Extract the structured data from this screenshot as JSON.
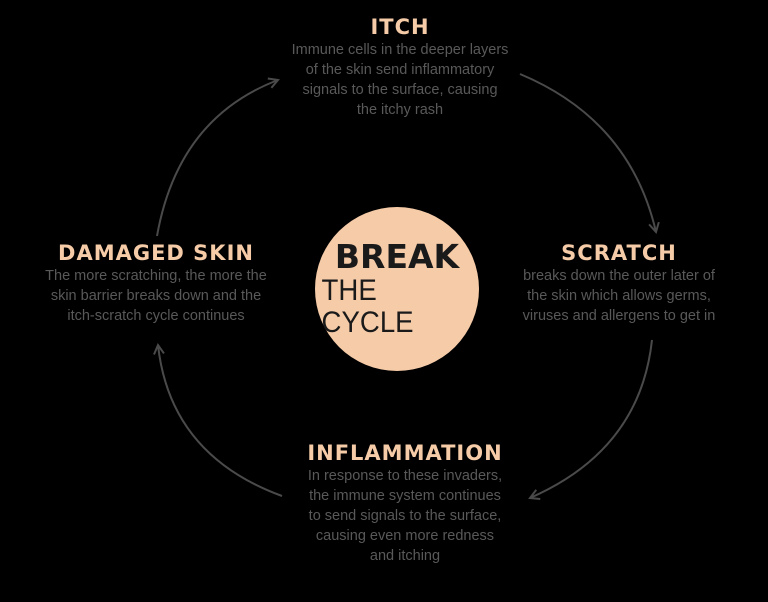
{
  "colors": {
    "background": "#000000",
    "accent": "#f6cba8",
    "body_text": "#595959",
    "arrow": "#4a4a4a",
    "center_text": "#1a1a1a"
  },
  "center": {
    "line1": "BREAK",
    "line2": "THE CYCLE"
  },
  "nodes": {
    "itch": {
      "title": "ITCH",
      "lines": [
        "Immune cells in the deeper layers",
        "of the skin send inflammatory",
        "signals to the surface, causing",
        "the itchy rash"
      ]
    },
    "scratch": {
      "title": "SCRATCH",
      "lines": [
        "breaks down the outer later of",
        "the skin which allows germs,",
        "viruses and allergens to get in"
      ]
    },
    "inflammation": {
      "title": "INFLAMMATION",
      "lines": [
        "In response to these invaders,",
        "the immune system continues",
        "to send signals to the surface,",
        "causing even more redness",
        "and itching"
      ]
    },
    "damaged_skin": {
      "title": "DAMAGED SKIN",
      "lines": [
        "The more scratching, the more the",
        "skin barrier breaks down and the",
        "itch-scratch cycle continues"
      ]
    }
  }
}
